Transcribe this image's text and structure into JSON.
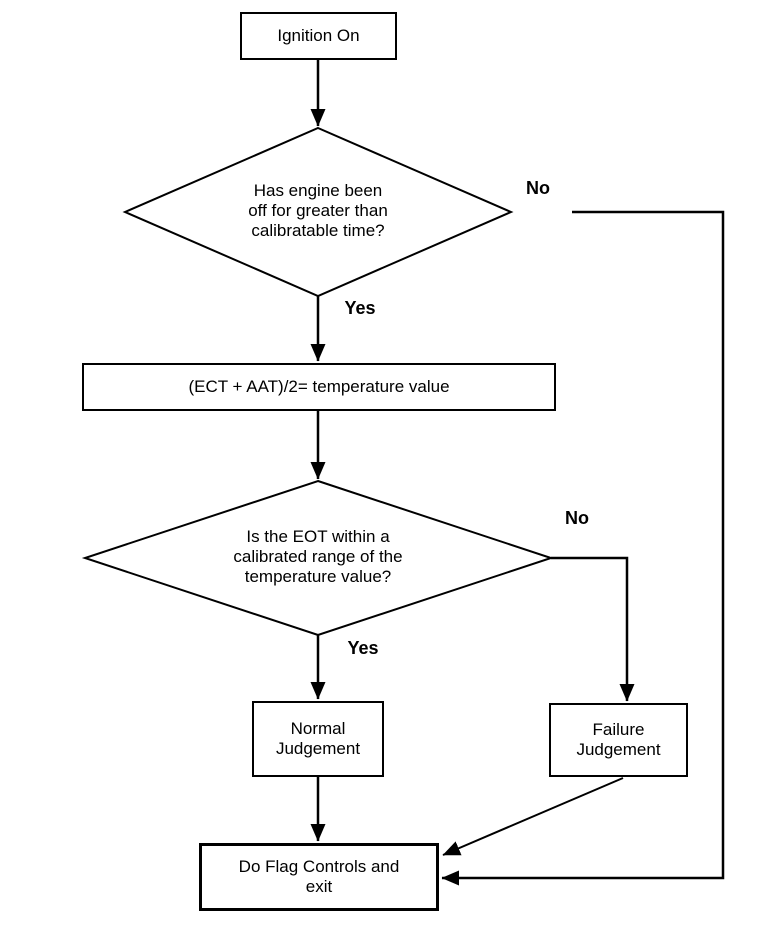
{
  "diagram": {
    "background_color": "#ffffff",
    "line_color": "#000000",
    "nodes": {
      "ignition": {
        "label": "Ignition On",
        "shape": "rect"
      },
      "decision_engine_off": {
        "label": "Has engine been\noff for greater than\ncalibratable time?",
        "shape": "diamond"
      },
      "temperature_formula": {
        "label": "(ECT + AAT)/2= temperature value",
        "shape": "rect"
      },
      "decision_eot_range": {
        "label": "Is the EOT within a\ncalibrated range of the\ntemperature value?",
        "shape": "diamond"
      },
      "normal_judgement": {
        "label": "Normal\nJudgement",
        "shape": "rect"
      },
      "failure_judgement": {
        "label": "Failure\nJudgement",
        "shape": "rect"
      },
      "flag_controls_exit": {
        "label": "Do Flag Controls and\nexit",
        "shape": "rect"
      }
    },
    "edge_labels": {
      "engine_off_no": "No",
      "engine_off_yes": "Yes",
      "eot_range_no": "No",
      "eot_range_yes": "Yes"
    }
  }
}
